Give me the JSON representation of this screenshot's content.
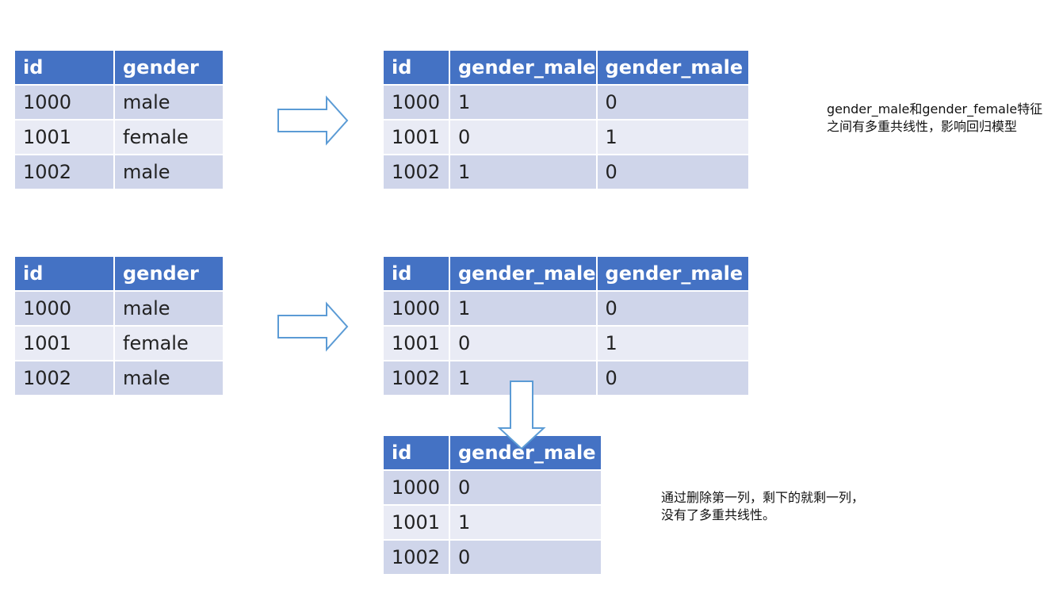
{
  "tables": [
    {
      "headers": [
        "id",
        "gender"
      ],
      "rows": [
        [
          "1000",
          "male"
        ],
        [
          "1001",
          "female"
        ],
        [
          "1002",
          "male"
        ]
      ]
    },
    {
      "headers": [
        "id",
        "gender_male",
        "gender_male"
      ],
      "rows": [
        [
          "1000",
          "1",
          "0"
        ],
        [
          "1001",
          "0",
          "1"
        ],
        [
          "1002",
          "1",
          "0"
        ]
      ]
    },
    {
      "headers": [
        "id",
        "gender"
      ],
      "rows": [
        [
          "1000",
          "male"
        ],
        [
          "1001",
          "female"
        ],
        [
          "1002",
          "male"
        ]
      ]
    },
    {
      "headers": [
        "id",
        "gender_male",
        "gender_male"
      ],
      "rows": [
        [
          "1000",
          "1",
          "0"
        ],
        [
          "1001",
          "0",
          "1"
        ],
        [
          "1002",
          "1",
          "0"
        ]
      ]
    },
    {
      "headers": [
        "id",
        "gender_male"
      ],
      "rows": [
        [
          "1000",
          "0"
        ],
        [
          "1001",
          "1"
        ],
        [
          "1002",
          "0"
        ]
      ]
    }
  ],
  "notes": {
    "top_line1": "gender_male和gender_female特征",
    "top_line2": "之间有多重共线性，影响回归模型",
    "bottom_line1": "通过删除第一列，剩下的就剩一列，",
    "bottom_line2": "没有了多重共线性。"
  },
  "colors": {
    "header": "#4472c4",
    "row_dark": "#cfd5ea",
    "row_light": "#e9ebf5",
    "arrow": "#5b9bd5"
  }
}
